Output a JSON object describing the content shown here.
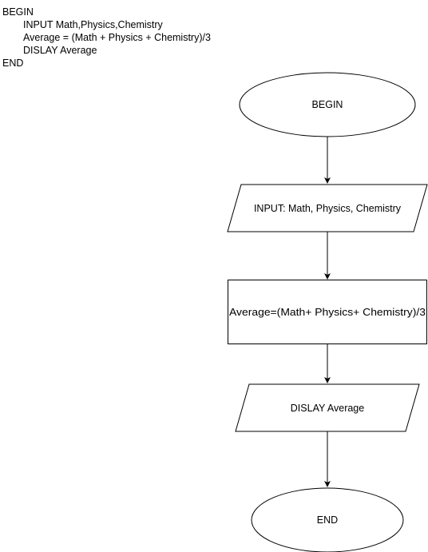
{
  "pseudocode": {
    "lines": [
      "BEGIN",
      "INPUT Math,Physics,Chemistry",
      "Average = (Math + Physics + Chemistry)/3",
      "DISLAY Average",
      "END"
    ]
  },
  "flowchart": {
    "begin_label": "BEGIN",
    "input_label": "INPUT: Math, Physics, Chemistry",
    "process_label": "Average=(Math+ Physics+ Chemistry)/3",
    "display_label": "DISLAY Average",
    "end_label": "END",
    "stroke_color": "#000000",
    "fill_color": "#ffffff"
  }
}
